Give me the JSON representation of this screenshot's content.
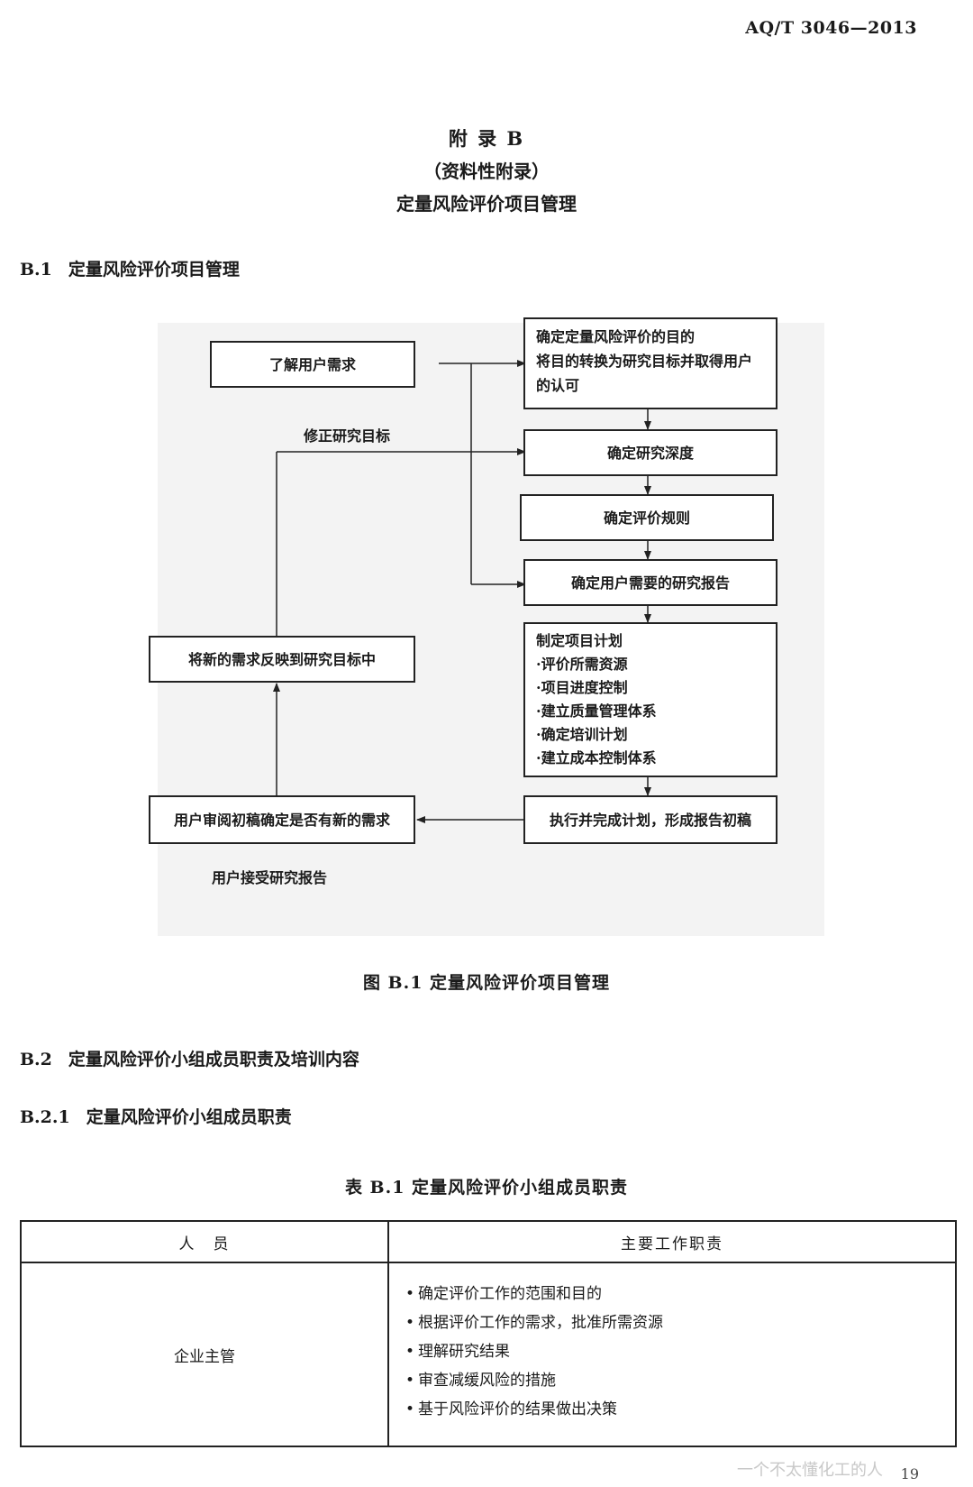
{
  "header": {
    "standard_no": "AQ/T 3046—2013"
  },
  "appendix": {
    "title": "附 录 B",
    "subtitle": "（资料性附录）",
    "name": "定量风险评价项目管理"
  },
  "sections": {
    "b1": {
      "num": "B.1",
      "title": "定量风险评价项目管理"
    },
    "b2": {
      "num": "B.2",
      "title": "定量风险评价小组成员职责及培训内容"
    },
    "b21": {
      "num": "B.2.1",
      "title": "定量风险评价小组成员职责"
    }
  },
  "figure": {
    "caption": "图 B.1  定量风险评价项目管理",
    "boxes": {
      "user_needs": "了解用户需求",
      "purpose": [
        "确定定量风险评价的目的",
        "将目的转换为研究目标并取得用户",
        "的认可"
      ],
      "depth": "确定研究深度",
      "rules": "确定评价规则",
      "report": "确定用户需要的研究报告",
      "plan": [
        "制定项目计划",
        "·评价所需资源",
        "·项目进度控制",
        "·建立质量管理体系",
        "·确定培训计划",
        "·建立成本控制体系"
      ],
      "execute": "执行并完成计划，形成报告初稿",
      "review": "用户审阅初稿确定是否有新的需求",
      "reflect": "将新的需求反映到研究目标中"
    },
    "labels": {
      "revise": "修正研究目标",
      "accept": "用户接受研究报告"
    }
  },
  "table": {
    "caption": "表 B.1  定量风险评价小组成员职责",
    "headers": [
      "人　员",
      "主要工作职责"
    ],
    "rows": [
      {
        "person": "企业主管",
        "duties": [
          "确定评价工作的范围和目的",
          "根据评价工作的需求，批准所需资源",
          "理解研究结果",
          "审查减缓风险的措施",
          "基于风险评价的结果做出决策"
        ]
      }
    ]
  },
  "footer": {
    "watermark": "一个不太懂化工的人",
    "page_number": "19"
  }
}
